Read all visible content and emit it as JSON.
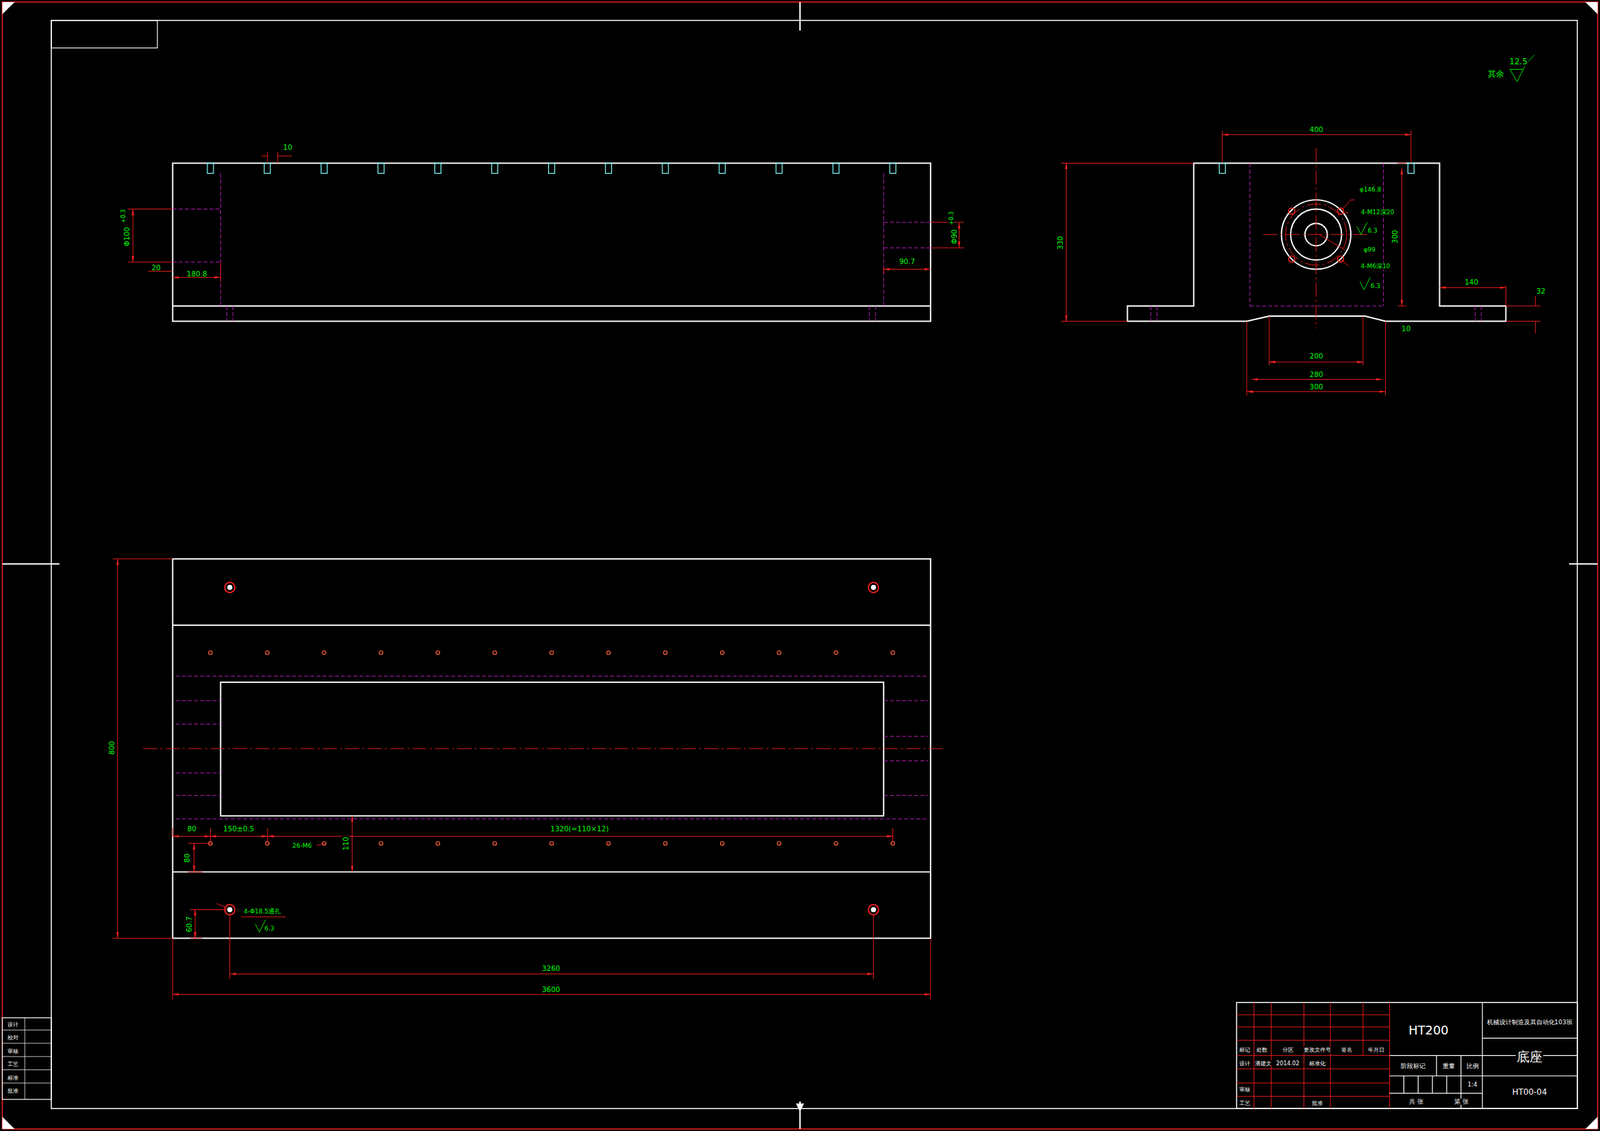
{
  "diagram": {
    "labels": [
      "其余",
      "12.5",
      "10",
      "Φ100",
      "+0.3",
      "20",
      "180.8",
      "Φ90",
      "+0.3",
      "90.7",
      "400",
      "330",
      "φ146.8",
      "4-M12深20",
      "6.3",
      "300",
      "φ99",
      "4-M6深10",
      "6.3",
      "140",
      "32",
      "10",
      "200",
      "280",
      "300",
      "800",
      "80",
      "150±0.5",
      "1320(=110×12)",
      "26-M6",
      "110",
      "80",
      "4-Φ18.5通孔",
      "6.3",
      "60.7",
      "3260",
      "3600",
      "HT200",
      "机械设计制造及其自动化103班",
      "底座",
      "HT00-04",
      "标记",
      "处数",
      "分区",
      "更改文件号",
      "签名",
      "年月日",
      "设计",
      "潘建文",
      "2014.02",
      "标准化",
      "审核",
      "工艺",
      "批准",
      "阶段标记",
      "重量",
      "比例",
      "1:4",
      "共 张",
      "第 张",
      "设计",
      "校对",
      "审核",
      "工艺",
      "标准",
      "批准"
    ]
  }
}
